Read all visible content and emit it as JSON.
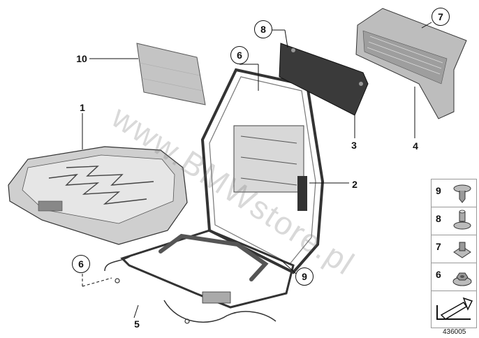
{
  "diagram": {
    "callouts": [
      {
        "number": "1",
        "style": "plain"
      },
      {
        "number": "2",
        "style": "plain"
      },
      {
        "number": "3",
        "style": "plain"
      },
      {
        "number": "4",
        "style": "plain"
      },
      {
        "number": "5",
        "style": "plain"
      },
      {
        "number": "6",
        "style": "circled"
      },
      {
        "number": "6",
        "style": "circled"
      },
      {
        "number": "7",
        "style": "circled"
      },
      {
        "number": "8",
        "style": "circled"
      },
      {
        "number": "9",
        "style": "circled"
      },
      {
        "number": "10",
        "style": "plain"
      }
    ],
    "legend": [
      {
        "number": "9",
        "part": "push-clip-icon"
      },
      {
        "number": "8",
        "part": "expanding-rivet-icon"
      },
      {
        "number": "7",
        "part": "spring-nut-icon"
      },
      {
        "number": "6",
        "part": "hex-flange-nut-icon"
      }
    ],
    "legend_arrow_icon": "direction-arrow-icon",
    "diagram_id": "436005",
    "watermark": "www.BMWstore.pl",
    "colors": {
      "line": "#111111",
      "part_fill": "#c9c9c9",
      "part_dark": "#3a3a3a",
      "watermark": "#8a8a8a"
    }
  }
}
